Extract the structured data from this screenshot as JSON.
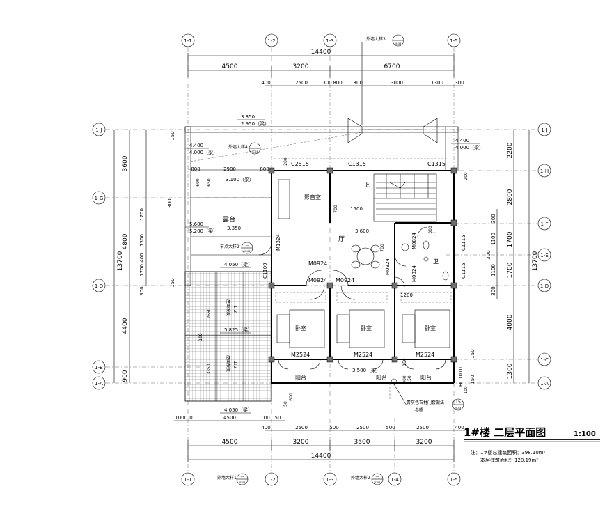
{
  "title": {
    "main": "1#楼  二层平面图",
    "scale": "1:100",
    "note_prefix": "注：",
    "note_line1": "1#楼总建筑面积：398.10m²",
    "note_line2": "本层建筑面积：120.19m²"
  },
  "axes": {
    "top": [
      "1-1",
      "1-2",
      "1-3",
      "1-5"
    ],
    "bottom": [
      "1-1",
      "1-2",
      "1-3",
      "1-4",
      "1-5"
    ],
    "left": [
      "1-J",
      "1-G",
      "1-D",
      "1-B",
      "1-A"
    ],
    "right": [
      "1-J",
      "1-H",
      "1-F",
      "1-E",
      "1-D",
      "1-C",
      "1-A"
    ]
  },
  "dims": {
    "top_total": "14400",
    "top_mid": [
      "4500",
      "3200",
      "6700"
    ],
    "top_detail": [
      "400",
      "2500",
      "300",
      "800",
      "1300",
      "3000",
      "1300",
      "300"
    ],
    "bottom_detail": [
      "100",
      "100",
      "4500",
      "100",
      "50",
      "400",
      "2500",
      "500",
      "2500",
      "500",
      "2500",
      "400"
    ],
    "bottom_mid": [
      "4500",
      "3200",
      "3500",
      "3200"
    ],
    "bottom_total": "14400",
    "left_outer": [
      "3600",
      "4800",
      "4400",
      "900"
    ],
    "left_total": "13700",
    "left_inner": [
      "150",
      "300",
      "1700",
      "1300",
      "400",
      "1700",
      "300",
      "150"
    ],
    "right_outer": [
      "2200",
      "2800",
      "1700",
      "1700",
      "4000",
      "1300"
    ],
    "right_total": "13700",
    "right_inner": [
      "300",
      "1100",
      "1100",
      "300",
      "300",
      "150",
      "150"
    ],
    "inner_h": [
      "800",
      "2900",
      "800",
      "1500",
      "1200"
    ],
    "inner_v": [
      "200",
      "200",
      "600",
      "650",
      "300",
      "700",
      "700",
      "2650",
      "100",
      "3350",
      "600",
      "50",
      "150",
      "100",
      "900",
      "150"
    ]
  },
  "rooms": {
    "theater": "影音室",
    "terrace": "露台",
    "hall": "厅",
    "bedroom": "卧室",
    "balcony": "阳台",
    "stair_up": "上",
    "wc": "卫"
  },
  "openings": {
    "c2515": "C2515",
    "c1315a": "C1315",
    "c1315b": "C1315",
    "m1324": "M1324",
    "m0924a": "M0924",
    "m0924b": "M0924",
    "m0924c": "M0924",
    "m0924d": "M0924",
    "m0824a": "M0824",
    "m0824b": "M0824",
    "c1115a": "C1115",
    "c1115b": "C1115",
    "c1109": "C1109",
    "m2524a": "M2524",
    "m2524b": "M2524",
    "m2524c": "M2524",
    "hc1010": "HC1010"
  },
  "elevations": {
    "e3350": "3.350",
    "e2950": "2.950（梁）",
    "e4400": "4.400",
    "e4000a": "4.000（梁）",
    "e4400r": "4.400",
    "e4000r": "4.000（梁）",
    "e3100": "3.100（梁）",
    "e5600": "5.600",
    "e5200": "5.200（梁）",
    "e3350b": "3.350",
    "e3600": "3.600",
    "e4050a": "4.050（梁）",
    "e5825": "5.825（梁）",
    "e3500": "3.500（梁）",
    "e4050b": "4.050（梁）"
  },
  "callouts": {
    "wall_detail3": "外墙大样3",
    "wall_detail4": "外墙大样4",
    "wall_detail1": "外墙大样1",
    "wall_detail2": "外墙大样2",
    "eave_detail2": "节点大样2",
    "ref_code": "JS-04",
    "roof_text_a": "屋面坡度",
    "roof_text_b": "1:2",
    "stone_note": "青灰色石材门套做法",
    "stone_note_b": "参照",
    "bubble_15": "15",
    "bubble_dash": "—"
  }
}
